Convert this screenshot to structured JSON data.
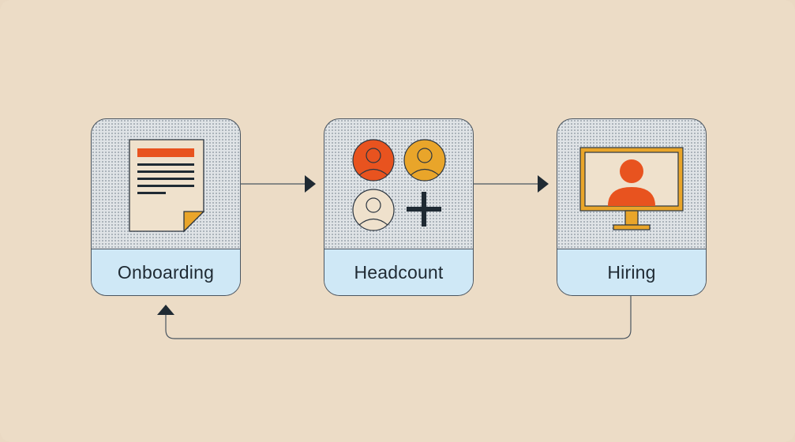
{
  "diagram": {
    "steps": [
      {
        "id": "onboarding",
        "label": "Onboarding",
        "icon": "document-icon"
      },
      {
        "id": "headcount",
        "label": "Headcount",
        "icon": "people-add-icon"
      },
      {
        "id": "hiring",
        "label": "Hiring",
        "icon": "video-interview-monitor-icon"
      }
    ],
    "flows": [
      {
        "from": "onboarding",
        "to": "headcount"
      },
      {
        "from": "headcount",
        "to": "hiring"
      },
      {
        "from": "hiring",
        "to": "onboarding"
      }
    ]
  },
  "colors": {
    "background": "#ecdcc6",
    "label_band": "#cfe8f6",
    "accent_red": "#e8531f",
    "accent_orange": "#e9a52a",
    "paper": "#efe1cc",
    "ink": "#1f2a33"
  }
}
